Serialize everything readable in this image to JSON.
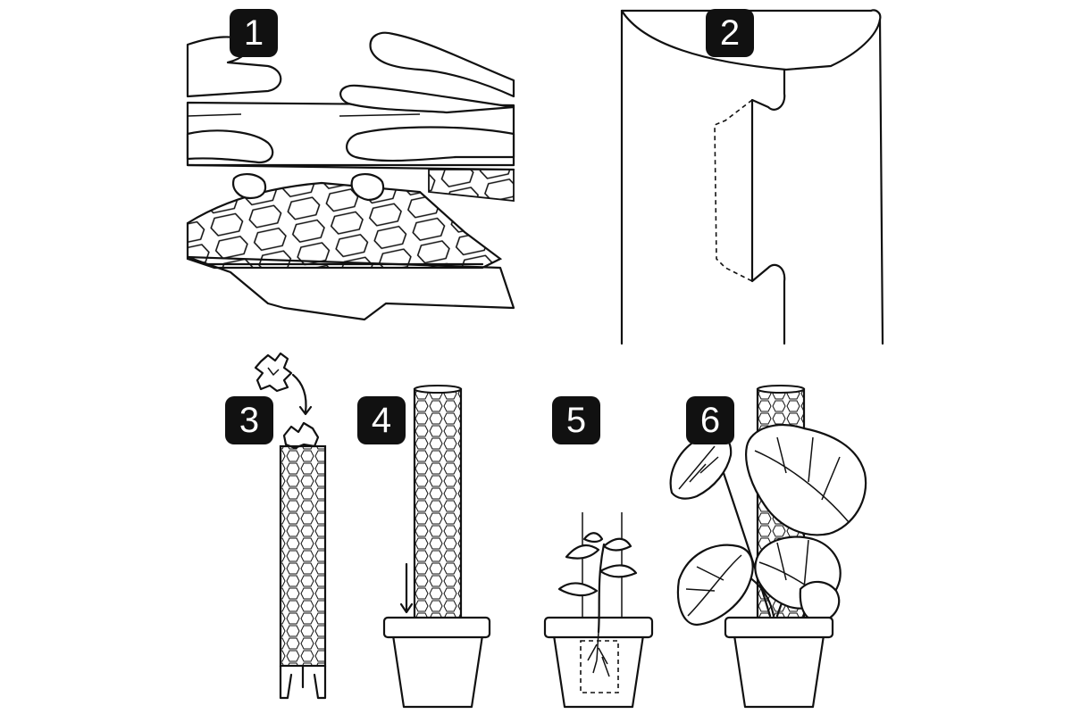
{
  "steps": [
    {
      "number": "1"
    },
    {
      "number": "2"
    },
    {
      "number": "3"
    },
    {
      "number": "4"
    },
    {
      "number": "5"
    },
    {
      "number": "6"
    }
  ]
}
